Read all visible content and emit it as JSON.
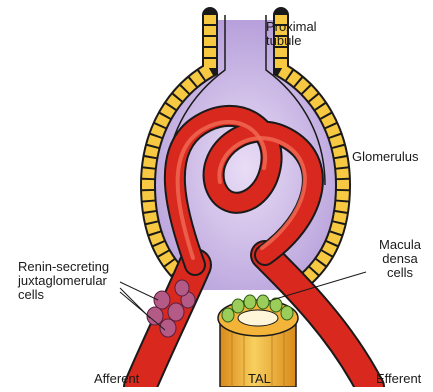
{
  "labels": {
    "proximal_tubule": "Proximal\ntubule",
    "glomerulus": "Glomerulus",
    "renin_cells": "Renin-secreting\njuxtaglomerular\ncells",
    "macula_densa": "Macula\ndensa\ncells",
    "afferent": "Afferent",
    "efferent": "Efferent",
    "tal": "TAL"
  },
  "colors": {
    "capsule_cells": "#f7c942",
    "capsule_outline": "#1a1a1a",
    "capsule_lumen": "#c9b6e4",
    "vessel": "#d9281e",
    "vessel_highlight": "#f06a55",
    "renin_cells": "#b45a86",
    "macula_cells": "#9acd5a",
    "tal_tube": "#f4b43a"
  }
}
